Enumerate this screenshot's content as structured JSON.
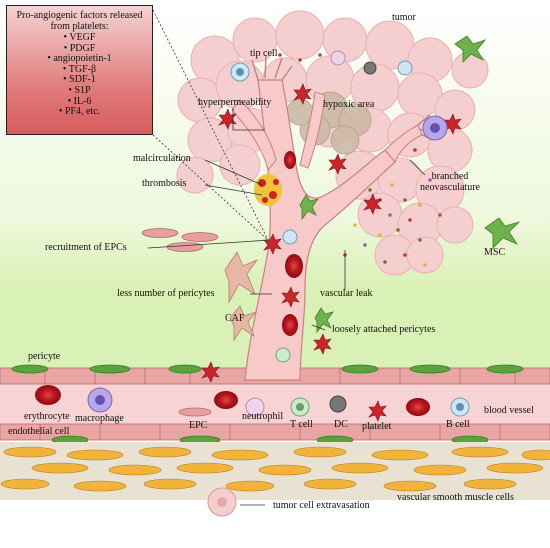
{
  "factor_box": {
    "title": "Pro-angiogenic factors released from platelets:",
    "items": [
      "• VEGF",
      "• PDGF",
      "• angiopoietin-1",
      "• TGF-β",
      "• SDF-1",
      "• S1P",
      "• IL-6",
      "• PF4, etc."
    ]
  },
  "labels": {
    "tumor": "tumor",
    "tip_cell": "tip cell",
    "hyperpermeability": "hyperpermeability",
    "hypoxic_area": "hypoxic area",
    "malcirculation": "malcirculation",
    "thrombosis": "thrombosis",
    "branched_neovasculature": "branched\nneovasculature",
    "recruitment_of_epcs": "recruitment of EPCs",
    "msc": "MSC",
    "less_pericytes": "less number of  pericytes",
    "vascular_leak": "vascular leak",
    "caf": "CAF",
    "loosely_attached_pericytes": "loosely attached pericytes",
    "pericyte": "pericyte",
    "erythrocyte": "erythrocyte",
    "macrophage": "macrophage",
    "epc": "EPC",
    "neutrophil": "neutrophil",
    "t_cell": "T cell",
    "dc": "DC",
    "platelet": "platelet",
    "b_cell": "B cell",
    "blood_vessel": "blood vessel",
    "endothelial_cell": "endothelial cell",
    "tumor_cell_extravasation": "tumor cell extravasation",
    "vascular_smooth_muscle_cells": "vascular smooth muscle cells"
  },
  "colors": {
    "tumor_cell": "#f3c6c6",
    "hypoxic": "#c9b8a8",
    "vessel": "#f7c9c9",
    "endothelium": "#d98e8e",
    "pericyte": "#5aa33c",
    "smooth_muscle": "#f1b33b",
    "platelet": "#c9262b",
    "erythrocyte": "#c0202a",
    "background_green": "#dff2bf"
  }
}
